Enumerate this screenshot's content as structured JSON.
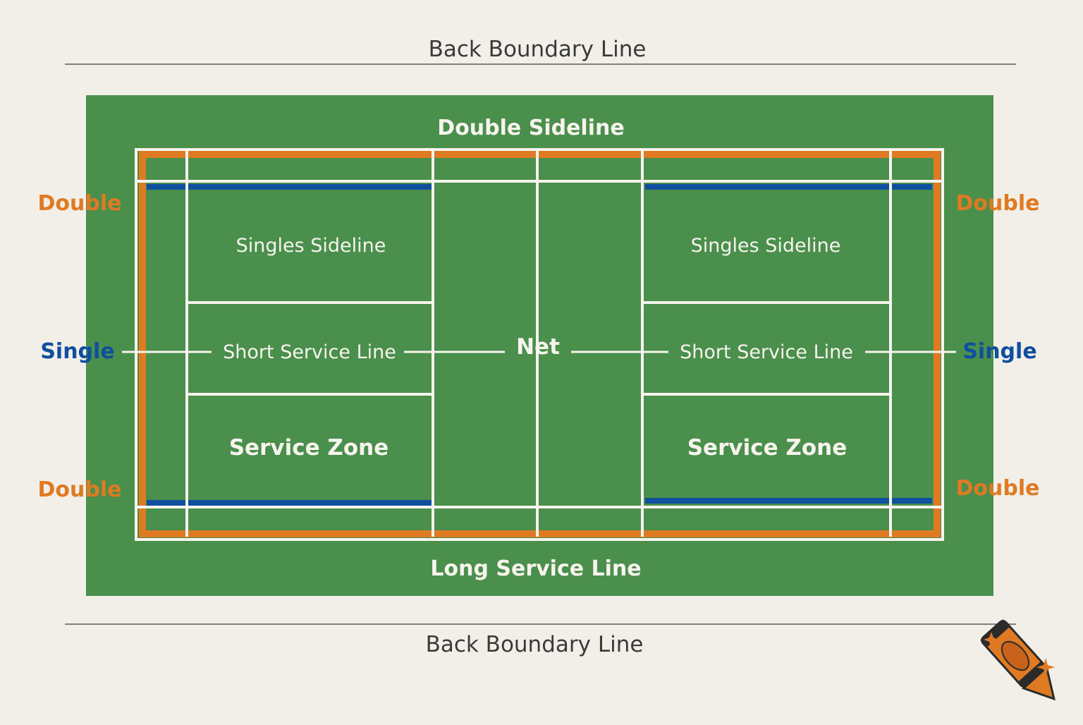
{
  "colors": {
    "background": "#f2efe9",
    "court_green": "#4a8f4c",
    "court_lines": "#f7f4ee",
    "doubles_orange": "#e07a22",
    "singles_blue": "#0f4f9e",
    "label_dark": "#3a3a3a"
  },
  "labels": {
    "back_boundary_top": "Back Boundary Line",
    "back_boundary_bottom": "Back Boundary Line",
    "double_sideline": "Double Sideline",
    "long_service_line": "Long Service Line",
    "net": "Net",
    "left_singles_sideline": "Singles Sideline",
    "right_singles_sideline": "Singles Sideline",
    "left_short_service_line": "Short Service Line",
    "right_short_service_line": "Short Service Line",
    "left_service_zone": "Service Zone",
    "right_service_zone": "Service Zone",
    "left_double_top": "Double",
    "left_double_bottom": "Double",
    "right_double_top": "Double",
    "right_double_bottom": "Double",
    "left_single": "Single",
    "right_single": "Single"
  },
  "decoration": {
    "icon": "crayon-icon",
    "sparkle_icon": "sparkle-icon"
  }
}
